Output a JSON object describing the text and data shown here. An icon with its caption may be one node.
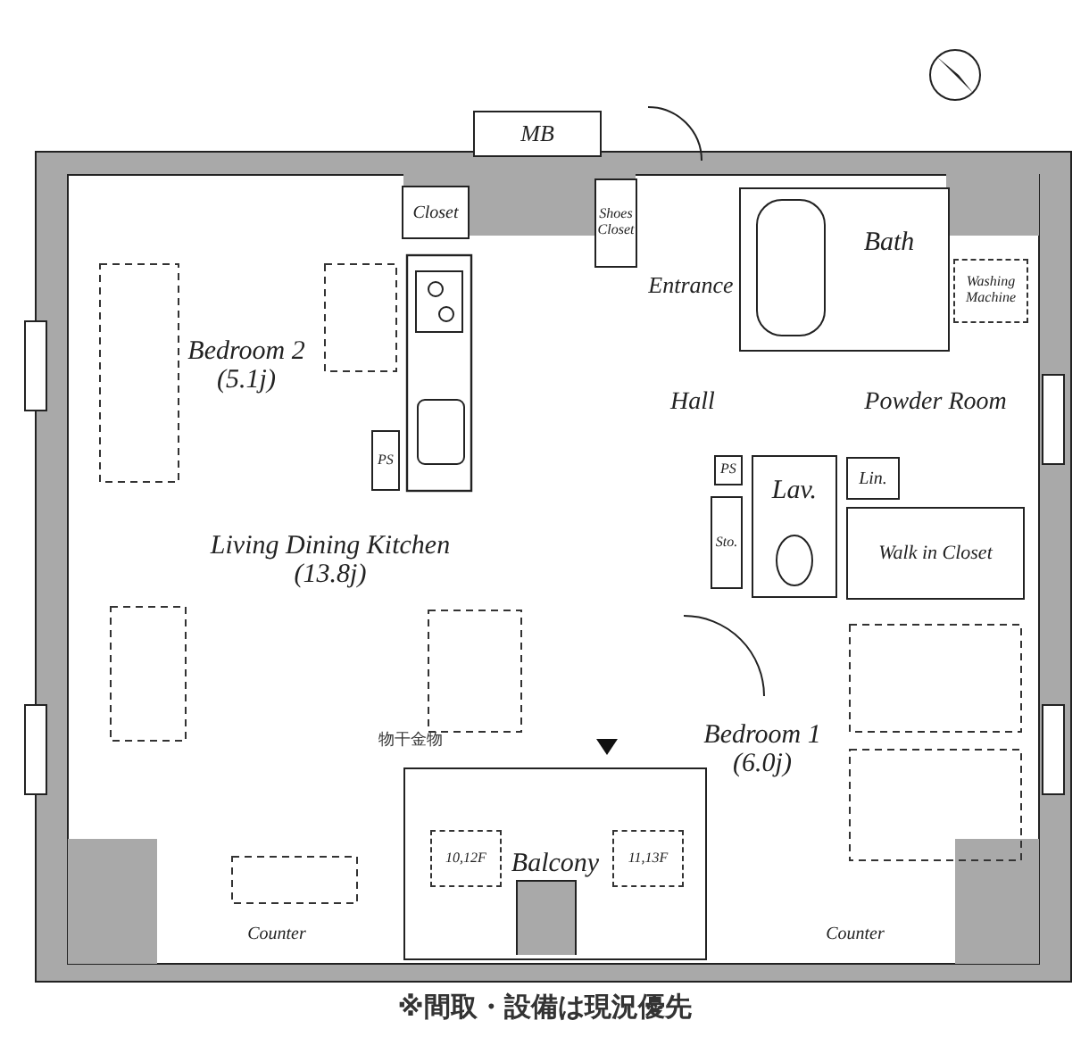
{
  "diagram": {
    "caption": "※間取・設備は現況優先",
    "nodes": [
      {
        "text": [
          "MB"
        ]
      },
      {
        "text": [
          "Closet"
        ]
      },
      {
        "text": [
          "Shoes Closet"
        ]
      },
      {
        "text": [
          "Bedroom 2",
          "(5.1j)"
        ]
      },
      {
        "text": [
          "Entrance"
        ]
      },
      {
        "text": [
          "Bath"
        ]
      },
      {
        "text": [
          "Washing Machine"
        ]
      },
      {
        "text": [
          "PS"
        ]
      },
      {
        "text": [
          "Hall"
        ]
      },
      {
        "text": [
          "Powder Room"
        ]
      },
      {
        "text": [
          "PS"
        ]
      },
      {
        "text": [
          "Lav."
        ]
      },
      {
        "text": [
          "Lin."
        ]
      },
      {
        "text": [
          "Sto."
        ]
      },
      {
        "text": [
          "Living Dining Kitchen",
          "(13.8j)"
        ]
      },
      {
        "text": [
          "Walk in Closet"
        ]
      },
      {
        "text": [
          "Bedroom 1",
          "(6.0j)"
        ]
      },
      {
        "text": [
          "Balcony"
        ]
      },
      {
        "text": [
          "10,12F"
        ],
        "in": 17
      },
      {
        "text": [
          "11,13F"
        ],
        "in": 17
      },
      {
        "text": [
          "Counter"
        ]
      },
      {
        "text": [
          "Counter"
        ]
      }
    ],
    "labels": [
      "物干金物"
    ]
  }
}
